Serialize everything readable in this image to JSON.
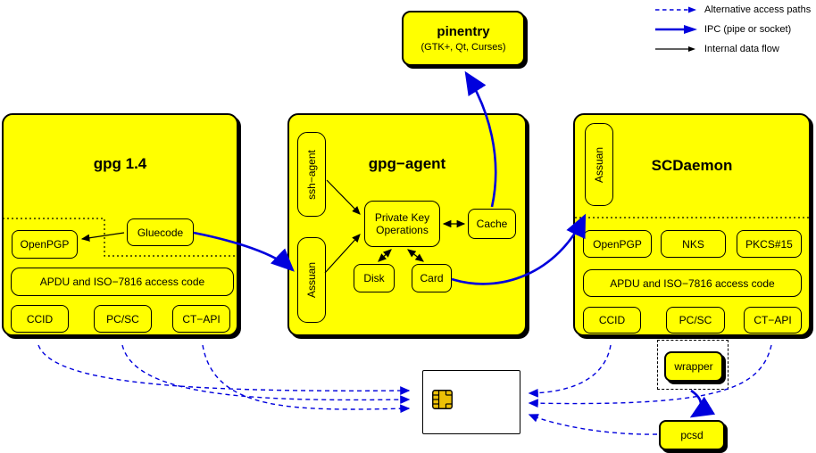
{
  "legend": {
    "items": [
      {
        "label": "Alternative access paths",
        "style": "dashed-blue-arrow"
      },
      {
        "label": "IPC (pipe or socket)",
        "style": "solid-blue-arrow"
      },
      {
        "label": "Internal data flow",
        "style": "thin-black-arrow"
      }
    ]
  },
  "pinentry": {
    "title": "pinentry",
    "subtitle": "(GTK+, Qt, Curses)"
  },
  "gpg14": {
    "title": "gpg 1.4",
    "openpgp": "OpenPGP",
    "gluecode": "Gluecode",
    "apdu": "APDU and ISO−7816 access code",
    "ccid": "CCID",
    "pcsc": "PC/SC",
    "ctapi": "CT−API"
  },
  "gpg_agent": {
    "title": "gpg−agent",
    "ssh_agent": "ssh−agent",
    "assuan": "Assuan",
    "pko_line1": "Private Key",
    "pko_line2": "Operations",
    "cache": "Cache",
    "disk": "Disk",
    "card": "Card"
  },
  "scdaemon": {
    "title": "SCDaemon",
    "assuan": "Assuan",
    "openpgp": "OpenPGP",
    "nks": "NKS",
    "pkcs15": "PKCS#15",
    "apdu": "APDU and ISO−7816 access code",
    "ccid": "CCID",
    "pcsc": "PC/SC",
    "ctapi": "CT−API",
    "wrapper": "wrapper"
  },
  "pcsd": {
    "label": "pcsd"
  },
  "smartcard": {
    "name": "smart card with contact chip"
  },
  "colors": {
    "box_yellow": "#ffff00",
    "ipc_blue": "#0000dd",
    "black": "#000000",
    "chip_gold": "#edc006"
  }
}
